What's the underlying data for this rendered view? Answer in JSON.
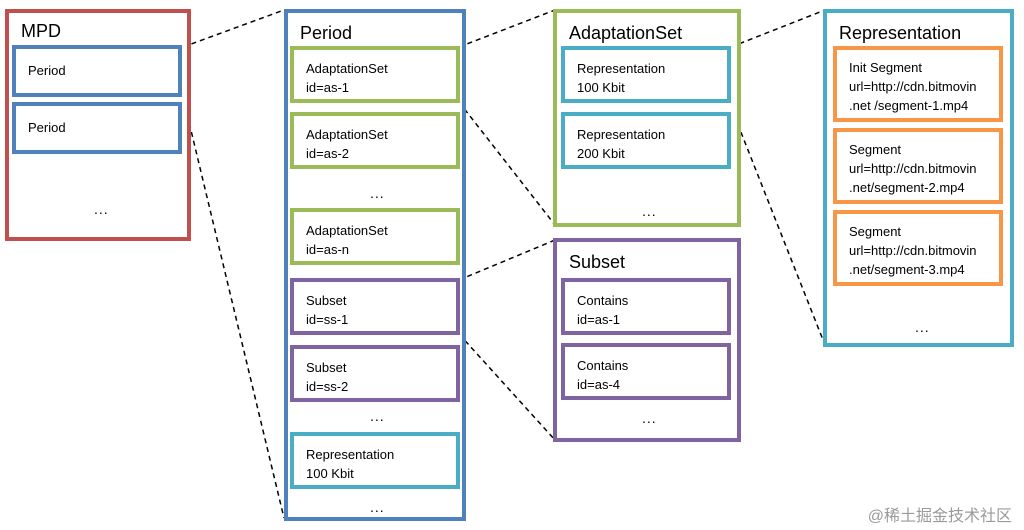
{
  "mpd": {
    "title": "MPD",
    "items": [
      "Period",
      "Period"
    ],
    "ellipsis": "..."
  },
  "period": {
    "title": "Period",
    "items": [
      "AdaptationSet\nid=as-1",
      "AdaptationSet\nid=as-2",
      "AdaptationSet\nid=as-n",
      "Subset\nid=ss-1",
      "Subset\nid=ss-2",
      "Representation\n100 Kbit"
    ],
    "ellipsis": [
      "...",
      "...",
      "..."
    ]
  },
  "adaptation_set": {
    "title": "AdaptationSet",
    "items": [
      "Representation\n100 Kbit",
      "Representation\n200 Kbit"
    ],
    "ellipsis": "..."
  },
  "subset": {
    "title": "Subset",
    "items": [
      "Contains\nid=as-1",
      "Contains\nid=as-4"
    ],
    "ellipsis": "..."
  },
  "representation": {
    "title": "Representation",
    "items": [
      "Init Segment\nurl=http://cdn.bitmovin\n.net /segment-1.mp4",
      "Segment\nurl=http://cdn.bitmovin\n.net/segment-2.mp4",
      "Segment\nurl=http://cdn.bitmovin\n.net/segment-3.mp4"
    ],
    "ellipsis": "..."
  },
  "watermark": "@稀土掘金技术社区",
  "colors": {
    "mpd": "#c0504d",
    "period": "#4f81bd",
    "adaptation_set": "#9bbb59",
    "subset": "#8064a2",
    "representation": "#4bacc6",
    "segment": "#f79646"
  }
}
